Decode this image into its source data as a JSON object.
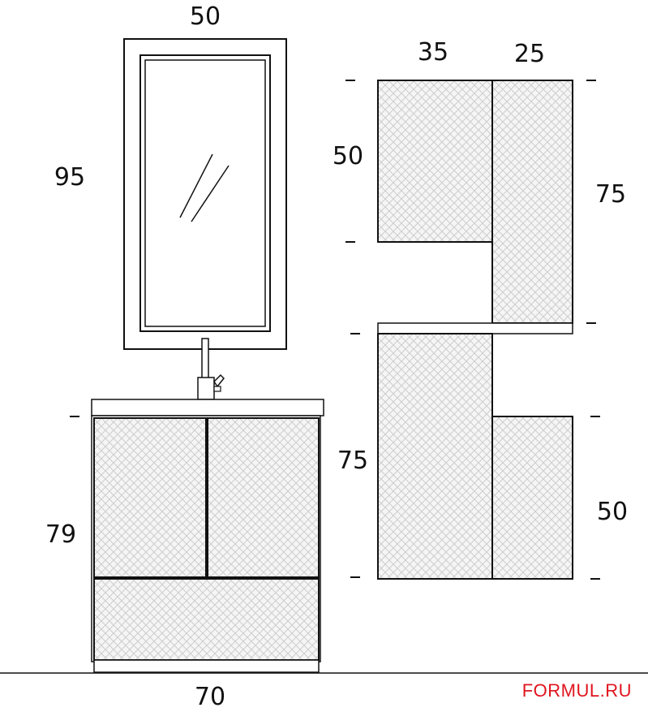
{
  "dimensions": {
    "mirror_width": "50",
    "mirror_height": "95",
    "wall_cab_a_width": "35",
    "wall_cab_b_width": "25",
    "wall_cab_a_height": "50",
    "wall_cab_b_height": "75",
    "tall_cab_height": "75",
    "low_cab_height": "50",
    "vanity_height": "79",
    "vanity_width": "70"
  },
  "brand": {
    "label": "FORMUL.RU",
    "color": "#e0141e"
  },
  "colors": {
    "line": "#111111",
    "panel_fill": "#f4f4f4",
    "hatch": "#cfcfcf"
  }
}
